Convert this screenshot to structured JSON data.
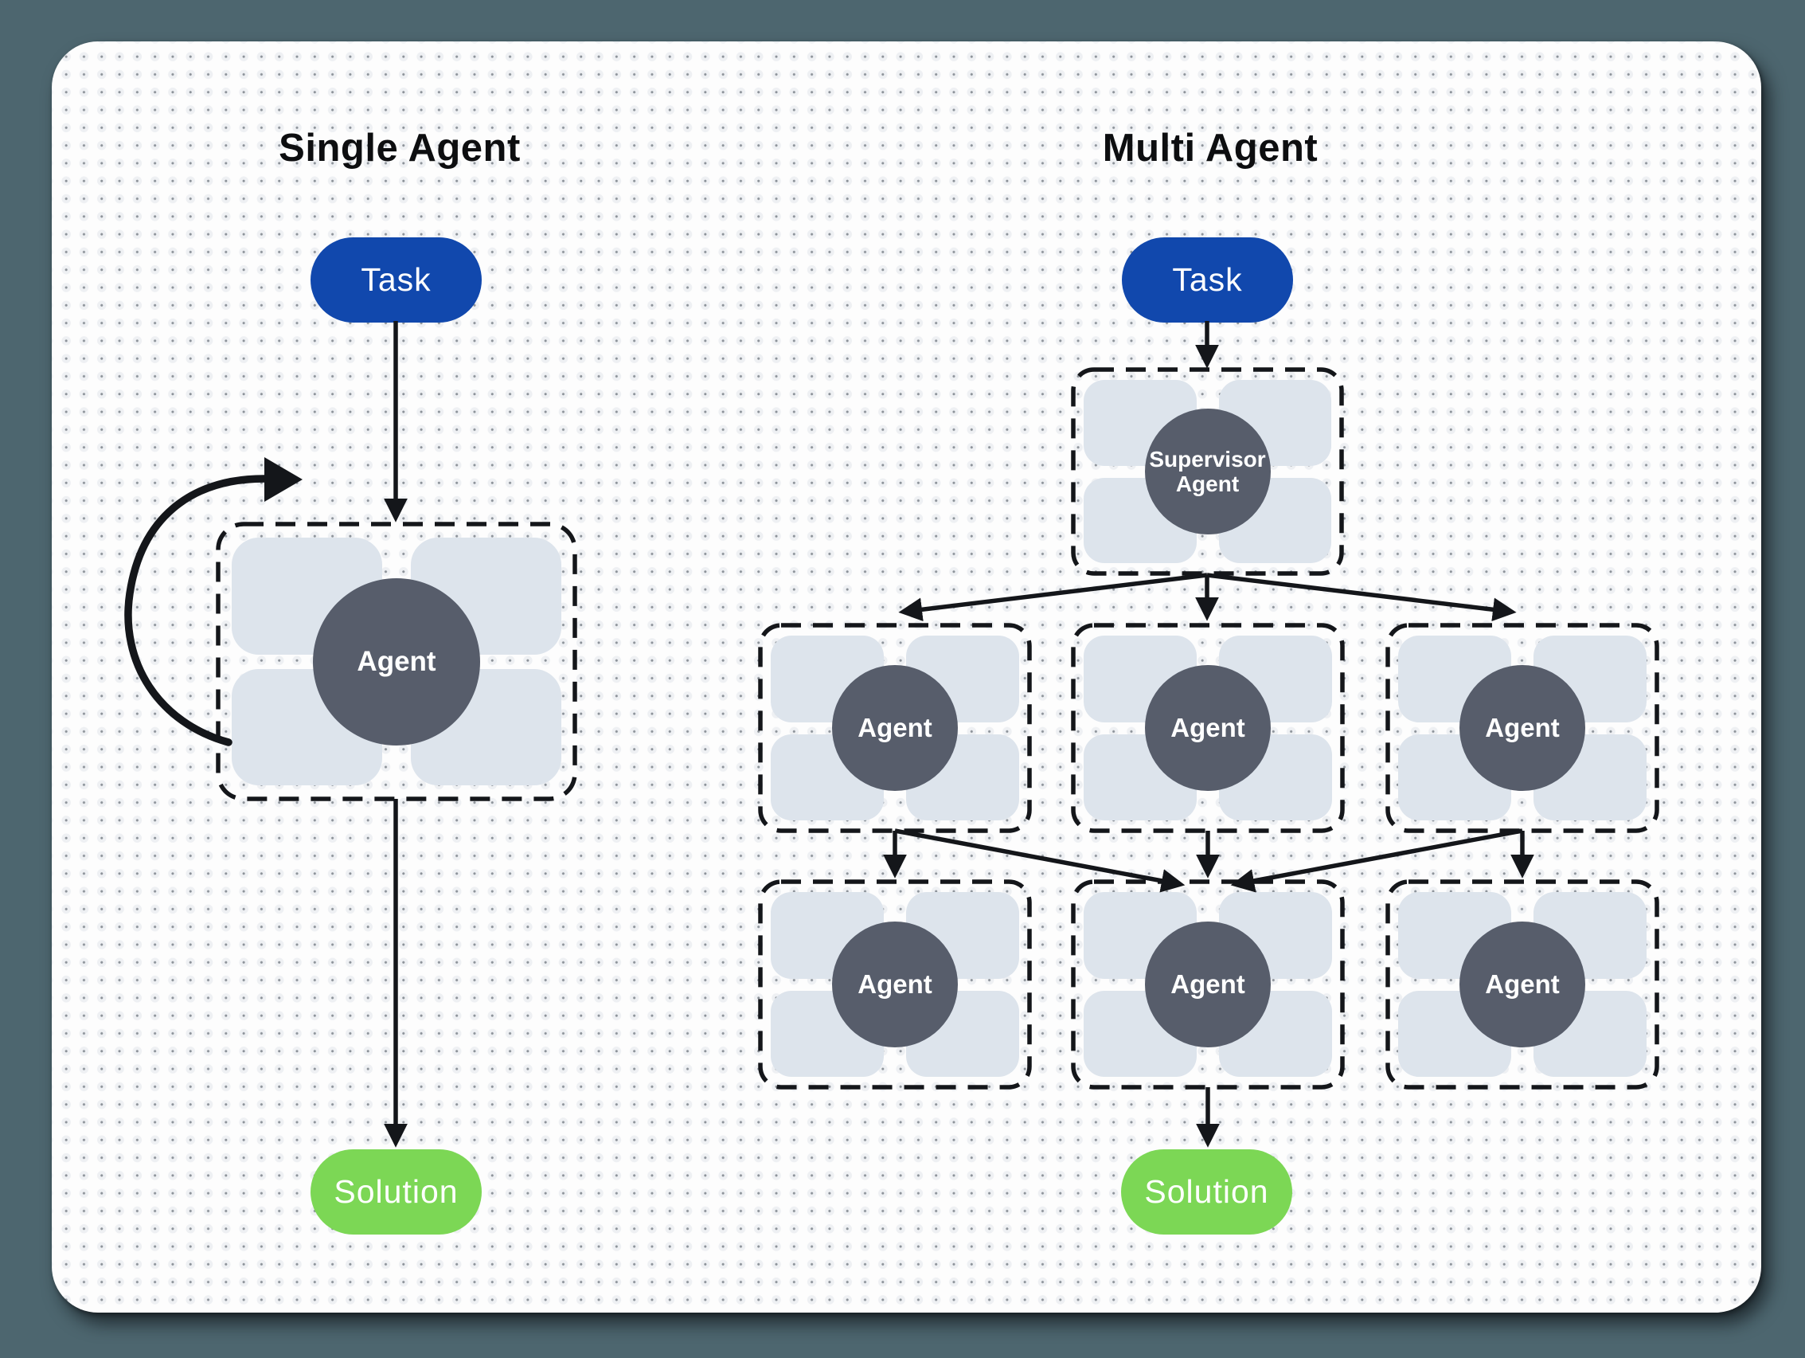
{
  "colors": {
    "page_background": "#4d666f",
    "canvas_background": "#fdfdfd",
    "task_blue": "#1148ad",
    "solution_green": "#7cd755",
    "agent_circle_dark": "#575d6b",
    "tool_chip_gray": "#dde4ec",
    "line_black": "#14161a"
  },
  "single": {
    "title": "Single Agent",
    "task_label": "Task",
    "agent_label": "Agent",
    "solution_label": "Solution"
  },
  "multi": {
    "title": "Multi Agent",
    "task_label": "Task",
    "supervisor": {
      "line1": "Supervisor",
      "line2": "Agent"
    },
    "mid_agents": [
      "Agent",
      "Agent",
      "Agent"
    ],
    "bottom_agents": [
      "Agent",
      "Agent",
      "Agent"
    ],
    "solution_label": "Solution"
  }
}
